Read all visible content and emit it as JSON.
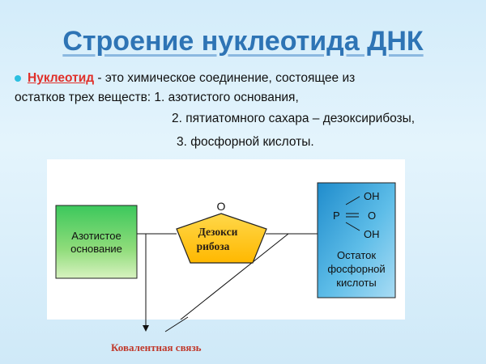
{
  "title": "Строение  нуклеотида  ДНК",
  "definition": {
    "term": "Нуклеотид",
    "line1_rest": " - это химическое соединение, состоящее из",
    "line2": "остатков трех веществ: 1. азотистого основания,",
    "line3": "2. пятиатомного сахара – дезоксирибозы,",
    "line4": "3.  фосфорной кислоты."
  },
  "diagram": {
    "base_box": {
      "line1": "Азотистое",
      "line2": "основание"
    },
    "sugar": {
      "line1": "Дезокси",
      "line2": "рибоза",
      "oxygen": "O"
    },
    "phosphate": {
      "oh_top": "OH",
      "p": "P",
      "o": "O",
      "oh_bottom": "OH",
      "line1": "Остаток",
      "line2": "фосфорной",
      "line3": "кислоты"
    },
    "bond_label": "Ковалентная связь"
  },
  "colors": {
    "title": "#2e74b5",
    "term": "#e0302a",
    "bullet": "#2bbfe0",
    "base_box": "#3cc85c",
    "sugar": "#ffc51a",
    "phosphate": "#2a9fd8",
    "bond_label": "#c0392b"
  }
}
